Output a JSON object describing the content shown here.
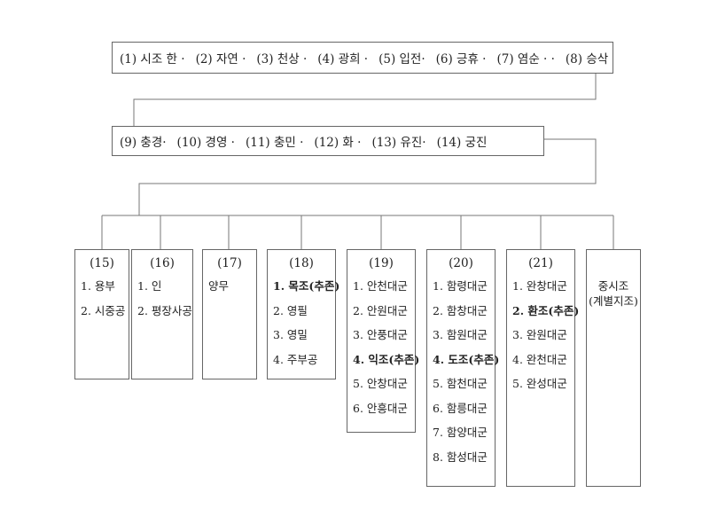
{
  "row1": [
    "(1) 시조 한 ·",
    "(2) 자연 ·",
    "(3) 천상 ·",
    "(4) 광희 ·",
    "(5) 입전·",
    "(6) 긍휴 ·",
    "(7) 염순 · ·",
    "(8) 승삭"
  ],
  "row2": [
    "(9) 충경·",
    "(10) 경영 ·",
    "(11) 충민 ·",
    "(12) 화 ·",
    "(13) 유진·",
    "(14) 궁진"
  ],
  "generations": [
    {
      "num": "(15)",
      "members": [
        {
          "text": "1. 용부",
          "bold": false
        },
        {
          "text": "2. 시중공",
          "bold": false
        }
      ]
    },
    {
      "num": "(16)",
      "members": [
        {
          "text": "1. 인",
          "bold": false
        },
        {
          "text": "2. 평장사공",
          "bold": false
        }
      ]
    },
    {
      "num": "(17)",
      "members": [
        {
          "text": "양무",
          "bold": false
        }
      ]
    },
    {
      "num": "(18)",
      "members": [
        {
          "text": "1. 목조(추존)",
          "bold": true
        },
        {
          "text": "2. 영필",
          "bold": false
        },
        {
          "text": "3. 영밀",
          "bold": false
        },
        {
          "text": "4. 주부공",
          "bold": false
        }
      ]
    },
    {
      "num": "(19)",
      "members": [
        {
          "text": "1. 안천대군",
          "bold": false
        },
        {
          "text": "2. 안원대군",
          "bold": false
        },
        {
          "text": "3. 안풍대군",
          "bold": false
        },
        {
          "text": "4. 익조(추존)",
          "bold": true
        },
        {
          "text": "5. 안창대군",
          "bold": false
        },
        {
          "text": "6. 안흥대군",
          "bold": false
        }
      ]
    },
    {
      "num": "(20)",
      "members": [
        {
          "text": "1. 함령대군",
          "bold": false
        },
        {
          "text": "2. 함창대군",
          "bold": false
        },
        {
          "text": "3. 함원대군",
          "bold": false
        },
        {
          "text": "4. 도조(추존)",
          "bold": true
        },
        {
          "text": "5. 함천대군",
          "bold": false
        },
        {
          "text": "6. 함릉대군",
          "bold": false
        },
        {
          "text": "7. 함양대군",
          "bold": false
        },
        {
          "text": "8. 함성대군",
          "bold": false
        }
      ]
    },
    {
      "num": "(21)",
      "members": [
        {
          "text": "1. 완창대군",
          "bold": false
        },
        {
          "text": "2. 환조(추존)",
          "bold": true
        },
        {
          "text": "3. 완원대군",
          "bold": false
        },
        {
          "text": "4. 완천대군",
          "bold": false
        },
        {
          "text": "5. 완성대군",
          "bold": false
        }
      ]
    }
  ],
  "last_box": {
    "line1": "중시조",
    "line2": "(계별지조)"
  },
  "colors": {
    "line": "#777777",
    "border": "#666666",
    "text": "#222222"
  }
}
